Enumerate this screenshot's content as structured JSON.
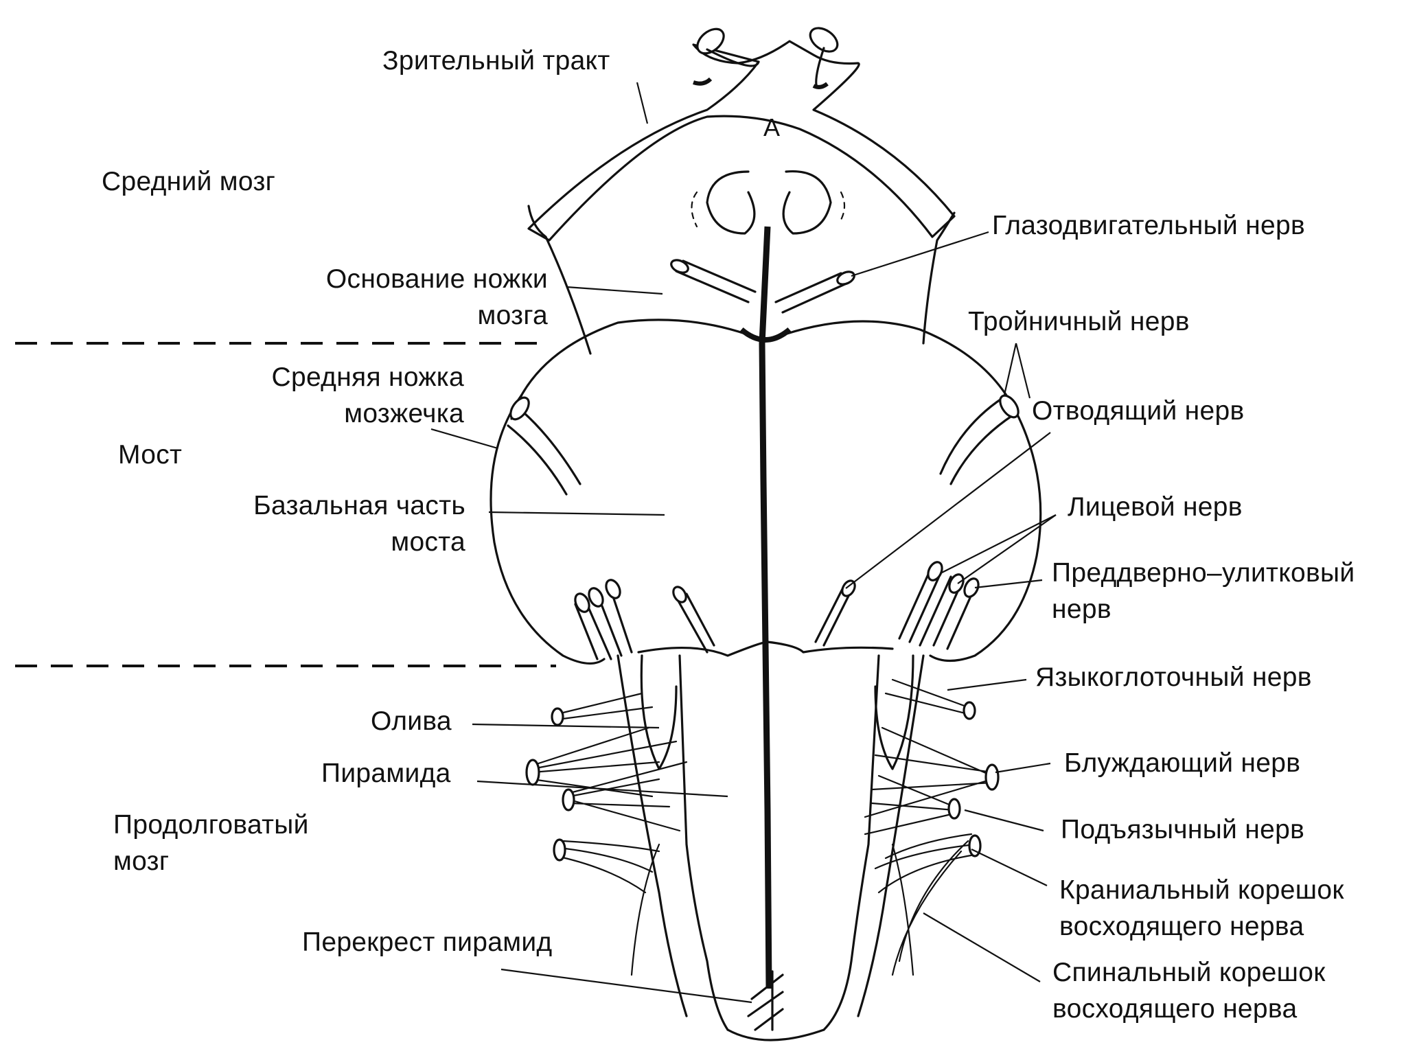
{
  "labels": {
    "optic_tract": "Зрительный тракт",
    "midbrain": "Средний мозг",
    "oculomotor_nerve": "Глазодвигательный нерв",
    "cerebral_peduncle_base": "Основание ножки\nмозга",
    "trigeminal_nerve": "Тройничный нерв",
    "middle_cerebellar_peduncle": "Средняя ножка\nмозжечка",
    "abducens_nerve": "Отводящий нерв",
    "pons": "Мост",
    "basilar_pons": "Базальная часть\nмоста",
    "facial_nerve": "Лицевой нерв",
    "vestibulocochlear_nerve": "Преддверно–улитковый\nнерв",
    "glossopharyngeal_nerve": "Языкоглоточный нерв",
    "olive": "Олива",
    "vagus_nerve": "Блуждающий нерв",
    "pyramid": "Пирамида",
    "hypoglossal_nerve": "Подъязычный нерв",
    "medulla": "Продолговатый\nмозг",
    "cranial_root": "Краниальный корешок\nвосходящего нерва",
    "pyramidal_decussation": "Перекрест пирамид",
    "spinal_root": "Спинальный корешок\nвосходящего нерва",
    "marker_a": "A"
  },
  "colors": {
    "ink": "#111111",
    "background": "#ffffff"
  }
}
